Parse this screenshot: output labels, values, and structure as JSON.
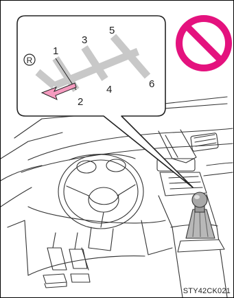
{
  "figure": {
    "code": "STY42CK021",
    "gear_positions": [
      {
        "label": "R",
        "circled": true
      },
      {
        "label": "1"
      },
      {
        "label": "2"
      },
      {
        "label": "3"
      },
      {
        "label": "4"
      },
      {
        "label": "5"
      },
      {
        "label": "6"
      }
    ],
    "prohibition_icon_name": "prohibited-icon",
    "arrow_icon_name": "shift-direction-arrow-icon",
    "colors": {
      "prohibition": "#e4127e",
      "arrow": "#f59bbf",
      "gate": "#c8c8c8",
      "callout_bg": "#ffffff",
      "line": "#333333"
    }
  }
}
